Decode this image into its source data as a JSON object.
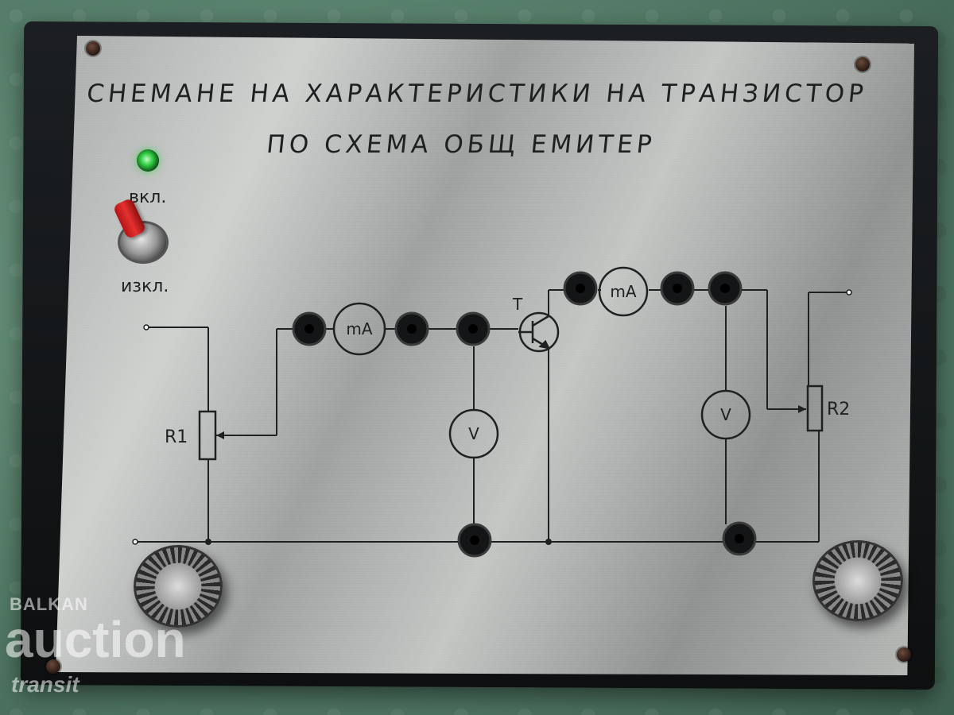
{
  "panel": {
    "title_line1": "СНЕМАНЕ НА ХАРАКТЕРИСТИКИ НА ТРАНЗИСТОР",
    "title_line2": "ПО СХЕМА  ОБЩ  ЕМИТЕР",
    "switch_on_label": "вкл.",
    "switch_off_label": "изкл.",
    "transistor_label": "T",
    "resistor1_label": "R1",
    "resistor2_label": "R2",
    "meters": {
      "ma_label": "mA",
      "v_label": "V"
    }
  },
  "watermark": {
    "line1": "BALKAN",
    "line2": "auction",
    "line3": "transit"
  },
  "colors": {
    "led": "#2ecc40",
    "toggle_lever": "#d42020",
    "panel_metal": "#b8bab8",
    "case": "#141618"
  },
  "icons": [
    "led-indicator-icon",
    "toggle-switch-icon",
    "ammeter-icon",
    "voltmeter-icon",
    "transistor-icon",
    "potentiometer-icon",
    "banana-jack-icon",
    "knob-icon"
  ]
}
